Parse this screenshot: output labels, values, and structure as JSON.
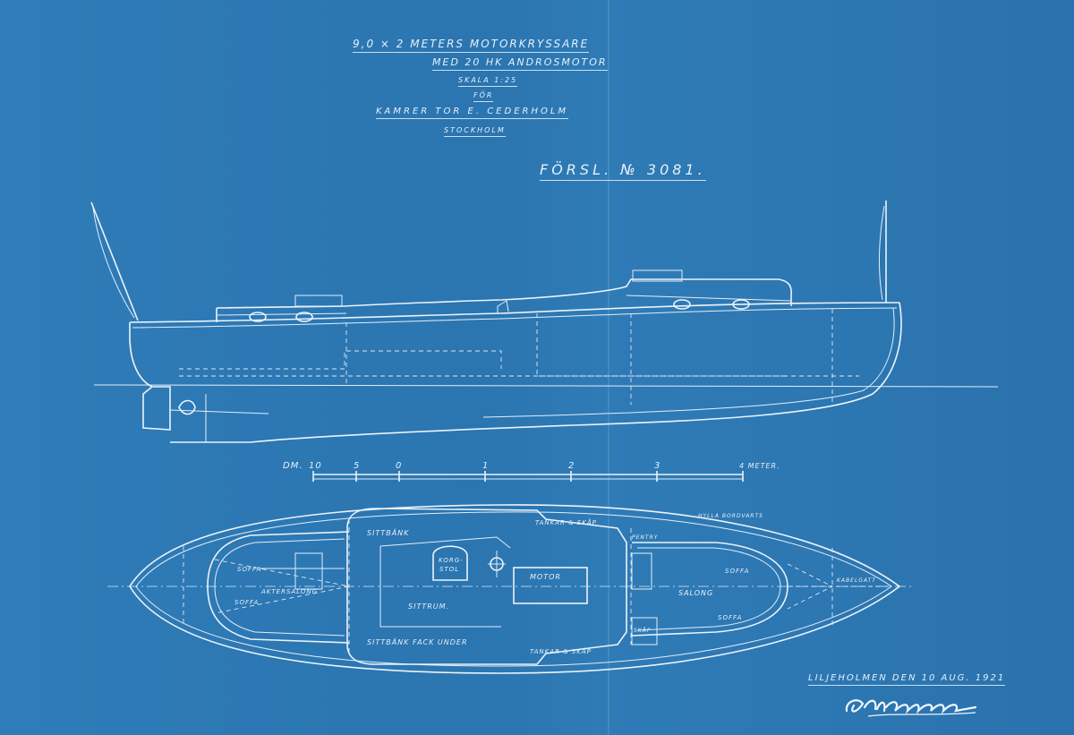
{
  "title_block": {
    "line1": "9,0 × 2 METERS MOTORKRYSSARE",
    "line2": "MED 20 HK ANDROSMOTOR",
    "line3": "SKALA 1:25",
    "line4": "FÖR",
    "line5": "KAMRER TOR E. CEDERHOLM",
    "line6": "STOCKHOLM"
  },
  "drawing_number": "FÖRSL. № 3081.",
  "scale_bar": {
    "prefix": "DM.",
    "ticks": [
      "10",
      "5",
      "0",
      "1",
      "2",
      "3",
      "4 METER."
    ]
  },
  "plan_labels": {
    "sittbank_top": "SITTBÄNK",
    "korgstol_1": "KORG-",
    "korgstol_2": "STOL",
    "tankar_top": "TANKAR & SKÅP",
    "pentry": "PENTRY",
    "hylla": "HYLLA BORDVARTS",
    "soffa_aft_top": "SOFFA",
    "aktersalong": "AKTERSALONG",
    "soffa_aft_bottom": "SOFFA",
    "motor": "MOTOR",
    "sittrum": "SITTRUM.",
    "soffa_fwd_top": "SOFFA",
    "salong": "SALONG",
    "kabelgatt": "KABELGATT",
    "skap": "SKÅP",
    "soffa_fwd_bottom": "SOFFA",
    "sittbank_bottom": "SITTBÄNK FACK UNDER",
    "tankar_bottom": "TANKAR & SKÅP"
  },
  "place_date": "LILJEHOLMEN DEN 10 AUG. 1921",
  "colors": {
    "paper": "#2e79b4",
    "ink": "#e8f2fb"
  },
  "icons": {
    "signature": "handwritten-signature-icon"
  }
}
